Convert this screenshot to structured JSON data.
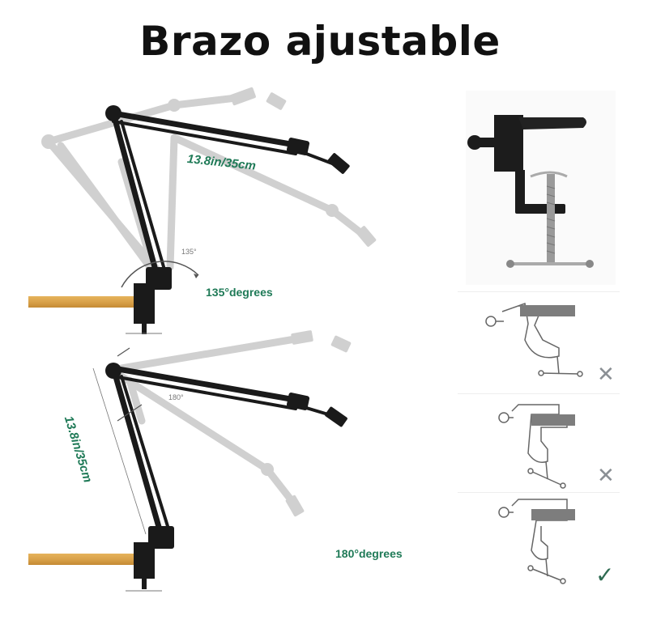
{
  "title": "Brazo ajustable",
  "labels": {
    "length_top": "13.8in/35cm",
    "angle_small_top": "135°",
    "degrees_top": "135°degrees",
    "length_bottom": "13.8in/35cm",
    "angle_small_bottom": "180°",
    "degrees_bottom": "180°degrees"
  },
  "clamp_checks": [
    {
      "mark": "✕",
      "status": "incorrect"
    },
    {
      "mark": "✕",
      "status": "incorrect"
    },
    {
      "mark": "✓",
      "status": "correct"
    }
  ],
  "colors": {
    "arm": "#1a1a1a",
    "ghost_arm": "#c4c4c4",
    "label_green": "#1f7a57",
    "desk_wood": "#d9a24a",
    "clamp_grey": "#7a7a7a",
    "check_green": "#2f6b52",
    "cross_grey": "#8a8f94"
  }
}
